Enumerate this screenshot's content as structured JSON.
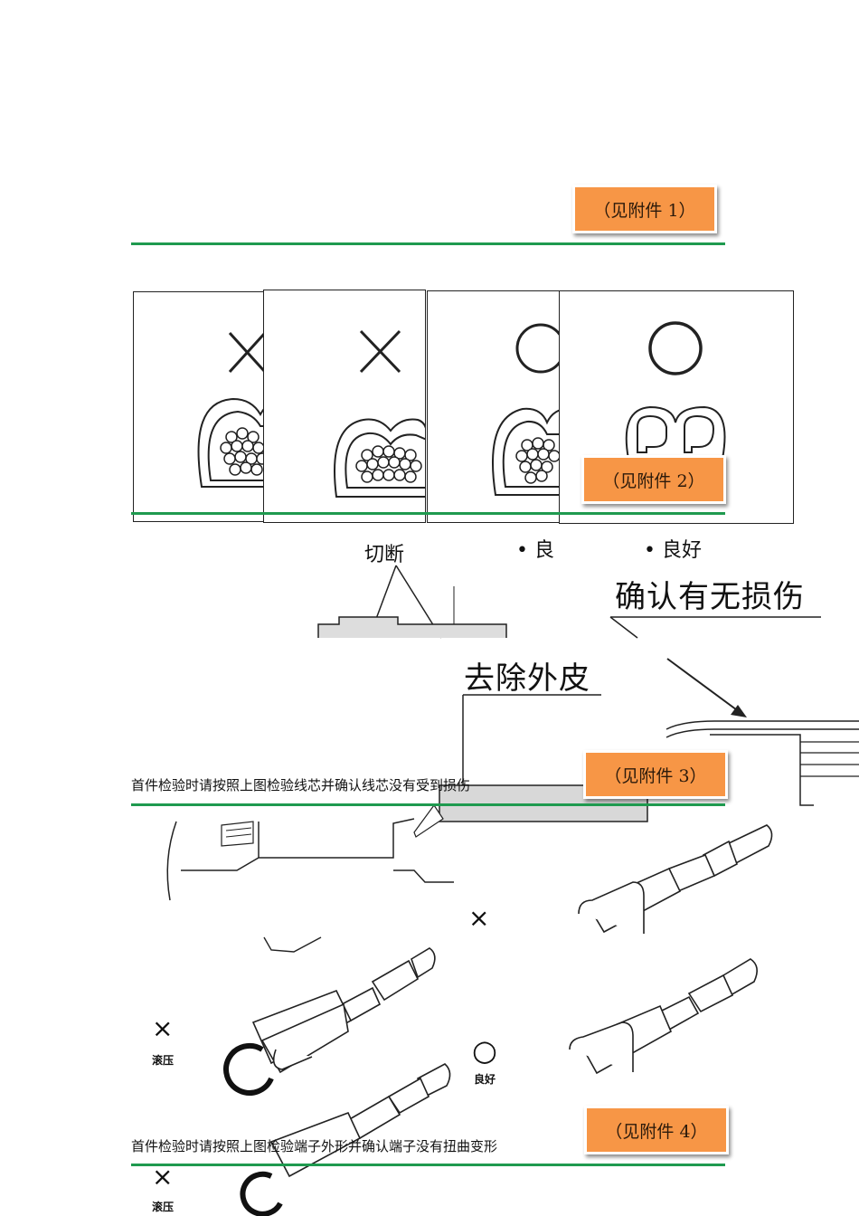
{
  "attachments": {
    "a1": "（见附件 1）",
    "a2": "（见附件 2）",
    "a3": "（见附件 3）",
    "a4": "（见附件 4）"
  },
  "captions": {
    "core_check": "首件检验时请按照上图检验线芯并确认线芯没有受到损伤",
    "terminal_check": "首件检验时请按照上图检验端子外形并确认端子没有扭曲变形"
  },
  "figure_labels": {
    "cut_off": "切断",
    "good_partial": "• 良",
    "good": "• 良好",
    "confirm_damage": "确认有无损伤",
    "remove_sheath": "去除外皮",
    "x_mark": "×",
    "o_mark": "○",
    "roll_press": "滚压",
    "good_small": "良好"
  },
  "colors": {
    "badge_fill": "#f79646",
    "rule": "#1f9a4f"
  }
}
